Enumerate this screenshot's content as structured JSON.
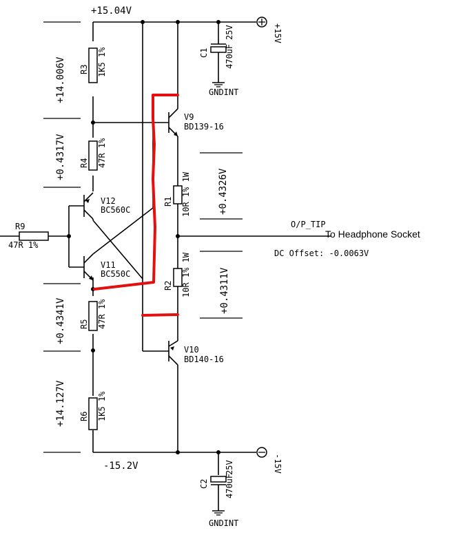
{
  "rails": {
    "top_voltage": "+15.04V",
    "bottom_voltage": "-15.2V",
    "pos_supply": "+15V",
    "neg_supply": "-15V"
  },
  "measurements": {
    "v_r3": "+14.006V",
    "v_r4": "+0.4317V",
    "v_r5": "+0.4341V",
    "v_r6": "+14.127V",
    "v_r1": "+0.4326V",
    "v_r2": "+0.4311V"
  },
  "components": {
    "r3": {
      "ref": "R3",
      "value": "1K5 1%"
    },
    "r4": {
      "ref": "R4",
      "value": "47R 1%"
    },
    "r5": {
      "ref": "R5",
      "value": "47R 1%"
    },
    "r6": {
      "ref": "R6",
      "value": "1K5 1%"
    },
    "r1": {
      "ref": "R1",
      "value": "10R 1% 1W"
    },
    "r2": {
      "ref": "R2",
      "value": "10R 1% 1W"
    },
    "r9": {
      "ref": "R9",
      "value": "47R 1%"
    },
    "c1": {
      "ref": "C1",
      "value": "470uF",
      "rating": "25V"
    },
    "c2": {
      "ref": "C2",
      "value": "470uF",
      "rating": "25V"
    },
    "v9": {
      "ref": "V9",
      "part": "BD139-16"
    },
    "v10": {
      "ref": "V10",
      "part": "BD140-16"
    },
    "v11": {
      "ref": "V11",
      "part": "BC550C"
    },
    "v12": {
      "ref": "V12",
      "part": "BC560C"
    }
  },
  "grounds": {
    "c1": "GNDINT",
    "c2": "GNDINT"
  },
  "output": {
    "net": "O/P_TIP",
    "destination": "To Headphone Socket",
    "dc_offset": "DC Offset: -0.0063V"
  },
  "colors": {
    "highlight": "#e31010",
    "ink": "#000000",
    "background": "#ffffff"
  }
}
